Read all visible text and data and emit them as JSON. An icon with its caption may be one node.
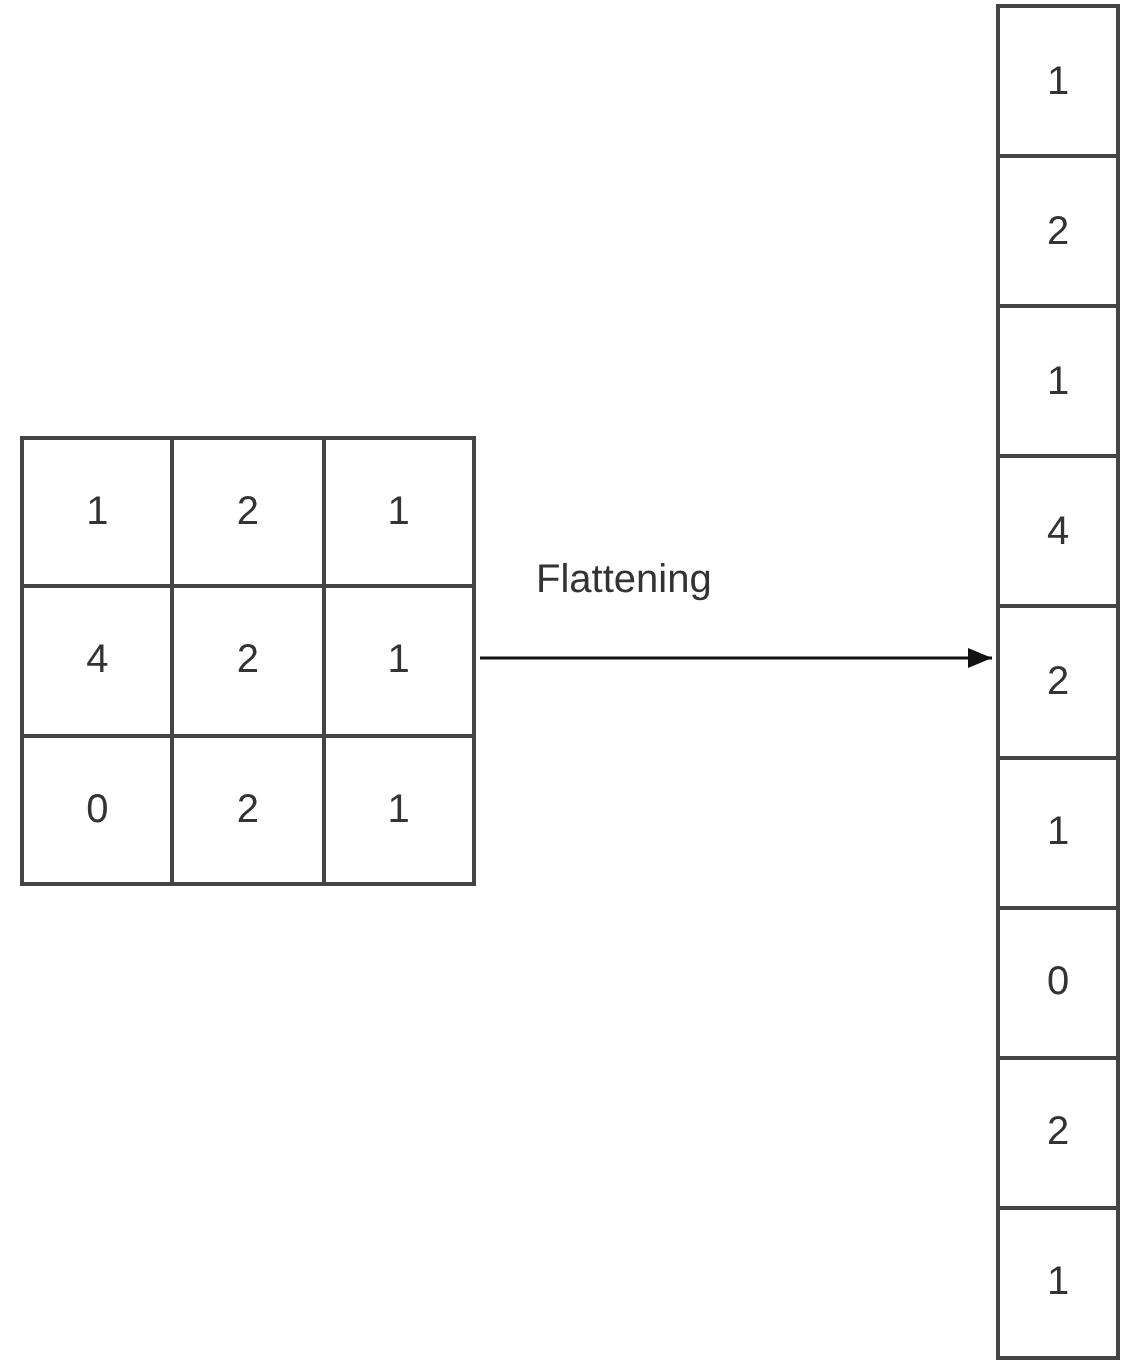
{
  "diagram": {
    "nodes": [
      {
        "text": [],
        "shape": "box"
      },
      {
        "text": [
          "1"
        ],
        "in": 0
      },
      {
        "text": [
          "2"
        ],
        "in": 0
      },
      {
        "text": [
          "1"
        ],
        "in": 0
      },
      {
        "text": [
          "4"
        ],
        "in": 0
      },
      {
        "text": [
          "2"
        ],
        "in": 0
      },
      {
        "text": [
          "1"
        ],
        "in": 0
      },
      {
        "text": [
          "0"
        ],
        "in": 0
      },
      {
        "text": [
          "2"
        ],
        "in": 0
      },
      {
        "text": [
          "1"
        ],
        "in": 0
      },
      {
        "text": [],
        "shape": "box"
      },
      {
        "text": [
          "1"
        ],
        "in": 10
      },
      {
        "text": [
          "2"
        ],
        "in": 10
      },
      {
        "text": [
          "1"
        ],
        "in": 10
      },
      {
        "text": [
          "4"
        ],
        "in": 10
      },
      {
        "text": [
          "2"
        ],
        "in": 10
      },
      {
        "text": [
          "1"
        ],
        "in": 10
      },
      {
        "text": [
          "0"
        ],
        "in": 10
      },
      {
        "text": [
          "2"
        ],
        "in": 10
      },
      {
        "text": [
          "1"
        ],
        "in": 10
      }
    ],
    "edges": [
      {
        "from": 0,
        "to": 10,
        "arrow": "to",
        "label": "Flattening"
      }
    ]
  }
}
